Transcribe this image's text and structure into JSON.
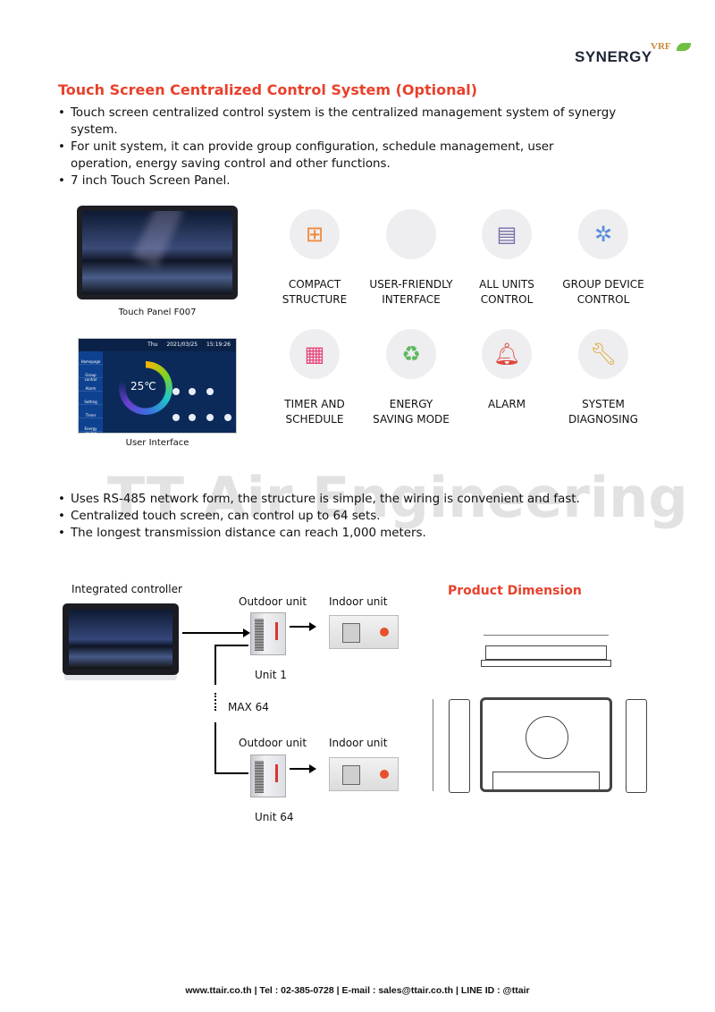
{
  "logo": {
    "brand": "SYNERGY",
    "sub": "VRF",
    "colors": {
      "brand": "#1d2433",
      "accent": "#c98a3c",
      "leaf": "#6fbf45"
    }
  },
  "title": "Touch Screen Centralized Control System (Optional)",
  "intro_bullets": [
    "Touch screen centralized control system is the centralized management system of synergy system.",
    "For unit system, it can provide group configuration, schedule management, user operation, energy saving control and other functions.",
    "7 inch Touch Screen Panel."
  ],
  "panel_caption": "Touch Panel F007",
  "ui_caption": "User Interface",
  "ui_screen": {
    "day": "Thu",
    "date": "2021/03/25",
    "time": "15:19:26",
    "temperature": "25℃",
    "menu": [
      "Homepage",
      "Group control",
      "Alarm",
      "Setting",
      "Timer",
      "Energy saving"
    ]
  },
  "features": [
    {
      "label1": "COMPACT",
      "label2": "STRUCTURE",
      "icon": "hierarchy-icon",
      "color": "#f0883a"
    },
    {
      "label1": "USER-FRIENDLY",
      "label2": "INTERFACE",
      "icon": "code-window-icon",
      "color": "#7b4fc9"
    },
    {
      "label1": "ALL UNITS",
      "label2": "CONTROL",
      "icon": "abacus-icon",
      "color": "#7a6fa8"
    },
    {
      "label1": "GROUP DEVICE",
      "label2": "CONTROL",
      "icon": "network-icon",
      "color": "#5b8ede"
    },
    {
      "label1": "TIMER AND",
      "label2": "SCHEDULE",
      "icon": "calendar-icon",
      "color": "#e8457a"
    },
    {
      "label1": "ENERGY",
      "label2": "SAVING MODE",
      "icon": "recycle-icon",
      "color": "#5cb85c"
    },
    {
      "label1": "ALARM",
      "label2": "",
      "icon": "bell-icon",
      "color": "#e0463c"
    },
    {
      "label1": "SYSTEM",
      "label2": "DIAGNOSING",
      "icon": "wrench-icon",
      "color": "#e0a93a"
    }
  ],
  "watermark": "TT Air Engineering",
  "network_bullets": [
    "Uses RS-485 network form, the structure is simple, the wiring is convenient and fast.",
    "Centralized touch screen, can control up to 64 sets.",
    "The longest transmission distance can reach 1,000 meters."
  ],
  "diagram": {
    "controller": "Integrated controller",
    "outdoor": "Outdoor unit",
    "indoor": "Indoor unit",
    "unit1": "Unit 1",
    "max": "MAX 64",
    "unit64": "Unit 64"
  },
  "dimension_title": "Product Dimension",
  "footer": "www.ttair.co.th | Tel : 02-385-0728 | E-mail : sales@ttair.co.th | LINE ID : @ttair"
}
